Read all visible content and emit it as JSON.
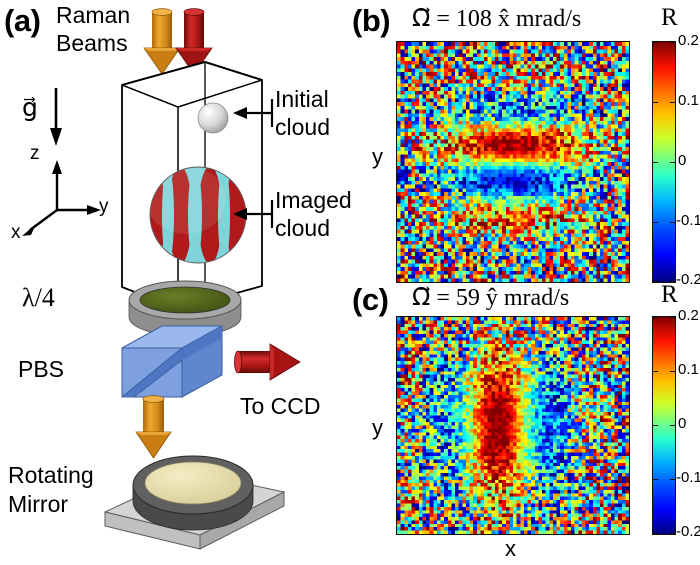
{
  "figure": {
    "panels": [
      {
        "id": "a",
        "label": "(a)",
        "type": "schematic",
        "labels": {
          "raman_beams_line1": "Raman",
          "raman_beams_line2": "Beams",
          "gravity": "g⃗",
          "axis_z": "z",
          "axis_y": "y",
          "axis_x": "x",
          "initial_cloud_line1": "Initial",
          "initial_cloud_line2": "cloud",
          "imaged_cloud_line1": "Imaged",
          "imaged_cloud_line2": "cloud",
          "quarter_waveplate": "λ/4",
          "pbs": "PBS",
          "to_ccd": "To CCD",
          "rotating_mirror_line1": "Rotating",
          "rotating_mirror_line2": "Mirror"
        },
        "colors": {
          "beam_orange": "#d98a1a",
          "beam_red": "#a81414",
          "waveplate_face": "#4a5a17",
          "waveplate_rim": "#9a9a9a",
          "pbs_cube": "#7a9ee0",
          "mirror_face": "#e6dda8",
          "mirror_rim": "#5a5a5a",
          "platform": "#c8c8c8",
          "sphere_stripe_red": "#b01a1a",
          "sphere_stripe_cyan": "#7fd4da",
          "initial_cloud_ball": "#d7d7d7"
        }
      },
      {
        "id": "b",
        "label": "(b)",
        "type": "heatmap",
        "title": "Ω⃗ = 108 x̂ mrad/s",
        "title_parts": {
          "omega": "Ω⃗",
          "equals": "=",
          "value": "108",
          "axis": "x̂",
          "units": "mrad/s"
        },
        "ylabel": "y",
        "xlabel": "",
        "colorbar_label": "R"
      },
      {
        "id": "c",
        "label": "(c)",
        "type": "heatmap",
        "title": "Ω⃗ = 59 ŷ mrad/s",
        "title_parts": {
          "omega": "Ω⃗",
          "equals": "=",
          "value": "59",
          "axis": "ŷ",
          "units": "mrad/s"
        },
        "ylabel": "y",
        "xlabel": "x",
        "colorbar_label": "R"
      }
    ]
  },
  "chart_data": [
    {
      "panel": "b",
      "type": "heatmap",
      "title": "Ω⃗ = 108 x̂ mrad/s",
      "xlabel": "x",
      "ylabel": "y",
      "colormap": "jet",
      "clim": [
        -0.2,
        0.2
      ],
      "colorbar_label": "R",
      "colorbar_ticks": [
        0.2,
        0.1,
        0,
        -0.1,
        -0.2
      ],
      "colorbar_ticklabels": [
        "0.2",
        "0.1",
        "0",
        "-0.1",
        "-0.2"
      ],
      "grid": false,
      "axis_ticks_shown": false,
      "nx": 64,
      "ny": 64,
      "description": "Atom-interferometer fringe pattern R(x,y) with horizontal fringes; rotation about x-hat at 108 mrad/s produces fringes running along x with periodicity along y.",
      "model": {
        "fringe_orientation": "horizontal",
        "fringe_direction": "y",
        "fringe_periods_across_cloud": 3.1,
        "fringe_phase_deg": 85,
        "fringe_amplitude": 0.19,
        "cloud_center_xy": [
          0.5,
          0.5
        ],
        "cloud_sigma_x": 0.235,
        "cloud_sigma_y": 0.215,
        "background_noise_amplitude": 0.21
      }
    },
    {
      "panel": "c",
      "type": "heatmap",
      "title": "Ω⃗ = 59 ŷ mrad/s",
      "xlabel": "x",
      "ylabel": "y",
      "colormap": "jet",
      "clim": [
        -0.2,
        0.2
      ],
      "colorbar_label": "R",
      "colorbar_ticks": [
        0.2,
        0.1,
        0,
        -0.1,
        -0.2
      ],
      "colorbar_ticklabels": [
        "0.2",
        "0.1",
        "0",
        "-0.1",
        "-0.2"
      ],
      "grid": false,
      "axis_ticks_shown": false,
      "nx": 64,
      "ny": 64,
      "description": "Atom-interferometer fringe pattern R(x,y) with vertical fringes; rotation about y-hat at 59 mrad/s produces fringes running along y with periodicity along x.",
      "model": {
        "fringe_orientation": "vertical",
        "fringe_direction": "x",
        "fringe_periods_across_cloud": 2.0,
        "fringe_phase_deg": 20,
        "fringe_amplitude": 0.19,
        "cloud_center_xy": [
          0.46,
          0.5
        ],
        "cloud_sigma_x": 0.23,
        "cloud_sigma_y": 0.26,
        "background_noise_amplitude": 0.21
      }
    }
  ]
}
